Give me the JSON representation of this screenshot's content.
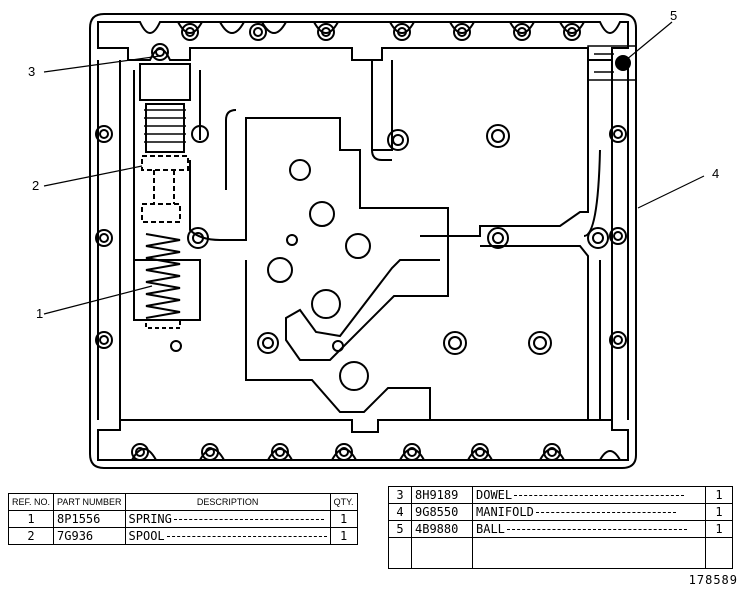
{
  "callouts": [
    "1",
    "2",
    "3",
    "4",
    "5"
  ],
  "parts_left": {
    "headers": {
      "ref": "REF. NO.",
      "part": "PART NUMBER",
      "desc": "DESCRIPTION",
      "qty": "QTY."
    },
    "rows": [
      {
        "ref": "1",
        "part": "8P1556",
        "desc": "SPRING",
        "qty": "1"
      },
      {
        "ref": "2",
        "part": "7G936",
        "desc": "SPOOL",
        "qty": "1"
      }
    ]
  },
  "parts_right": {
    "rows": [
      {
        "ref": "3",
        "part": "8H9189",
        "desc": "DOWEL",
        "qty": "1"
      },
      {
        "ref": "4",
        "part": "9G8550",
        "desc": "MANIFOLD",
        "qty": "1"
      },
      {
        "ref": "5",
        "part": "4B9880",
        "desc": "BALL",
        "qty": "1"
      }
    ]
  },
  "figure_number": "178589"
}
